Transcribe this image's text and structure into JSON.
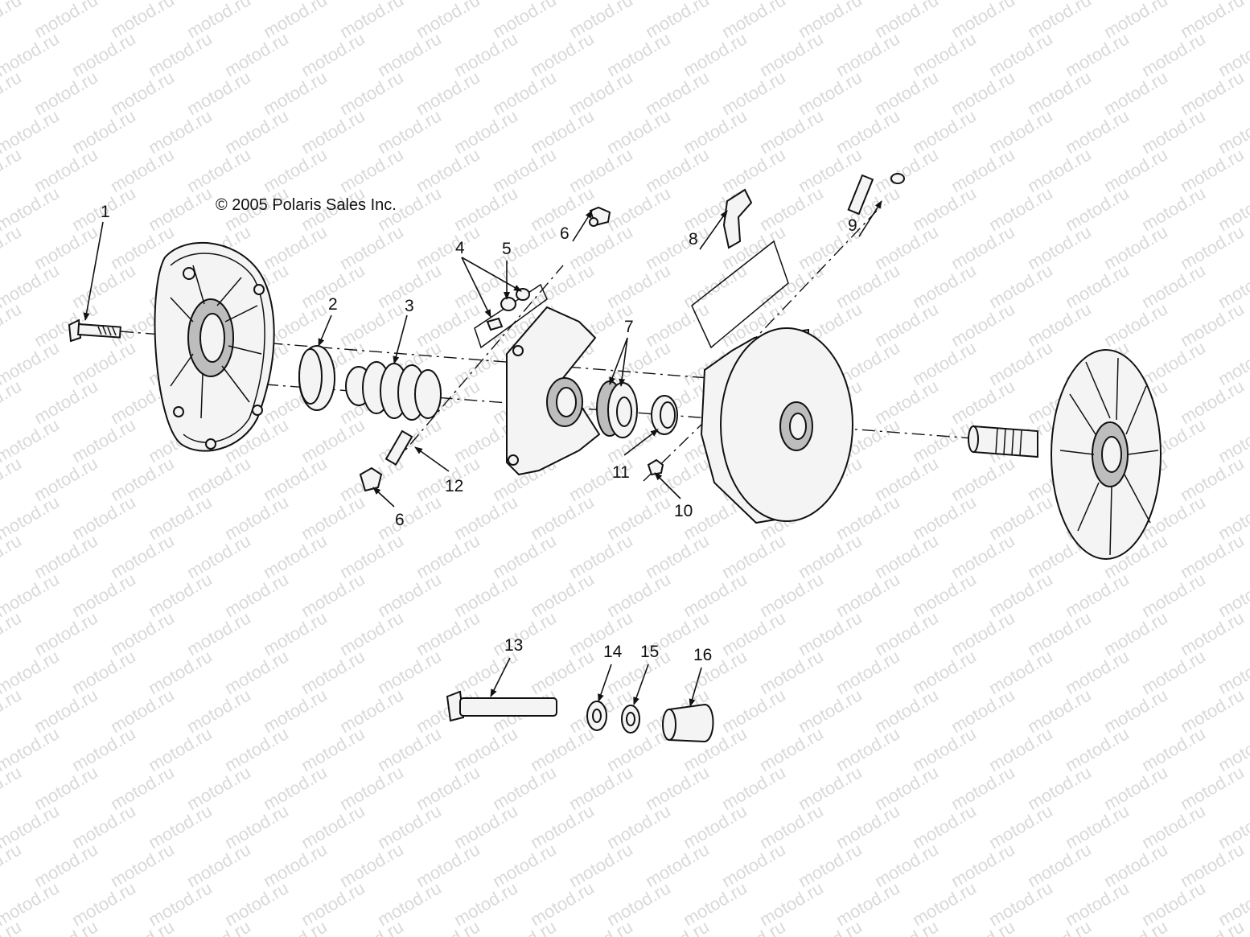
{
  "watermark": {
    "text": "motod.ru"
  },
  "copyright": "© 2005 Polaris Sales Inc.",
  "callouts": [
    {
      "id": "c1",
      "label": "1"
    },
    {
      "id": "c2",
      "label": "2"
    },
    {
      "id": "c3",
      "label": "3"
    },
    {
      "id": "c4",
      "label": "4"
    },
    {
      "id": "c5",
      "label": "5"
    },
    {
      "id": "c6a",
      "label": "6"
    },
    {
      "id": "c6b",
      "label": "6"
    },
    {
      "id": "c7",
      "label": "7"
    },
    {
      "id": "c8",
      "label": "8"
    },
    {
      "id": "c9",
      "label": "9"
    },
    {
      "id": "c10",
      "label": "10"
    },
    {
      "id": "c11",
      "label": "11"
    },
    {
      "id": "c12",
      "label": "12"
    },
    {
      "id": "c13",
      "label": "13"
    },
    {
      "id": "c14",
      "label": "14"
    },
    {
      "id": "c15",
      "label": "15"
    },
    {
      "id": "c16",
      "label": "16"
    }
  ]
}
